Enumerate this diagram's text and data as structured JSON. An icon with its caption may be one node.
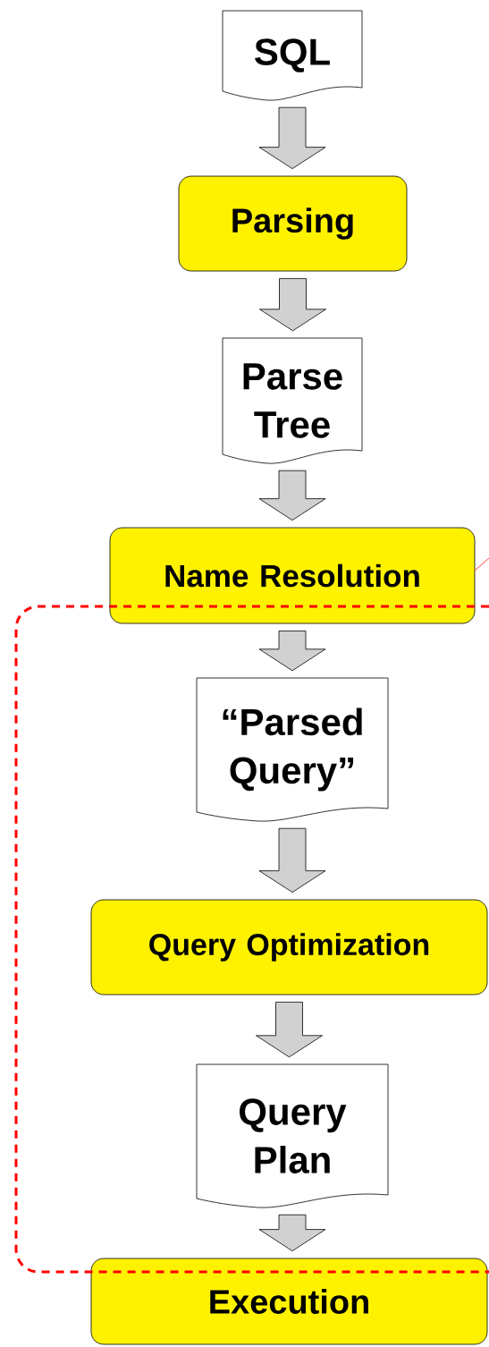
{
  "diagram": {
    "nodes": [
      {
        "text": [
          "SQL"
        ]
      },
      {
        "text": [
          "Parsing"
        ]
      },
      {
        "text": [
          "Parse Tree"
        ]
      },
      {
        "text": [
          "Name Resolution"
        ]
      },
      {
        "text": [
          "“Parsed Query”"
        ]
      },
      {
        "text": [
          "Query Optimization"
        ]
      },
      {
        "text": [
          "Query Plan"
        ]
      },
      {
        "text": [
          "Execution"
        ]
      }
    ],
    "edges": [
      {
        "from": 0,
        "to": 1,
        "arrow": "to"
      },
      {
        "from": 1,
        "to": 2,
        "arrow": "to"
      },
      {
        "from": 2,
        "to": 3,
        "arrow": "to"
      },
      {
        "from": 3,
        "to": 4,
        "arrow": "to"
      },
      {
        "from": 4,
        "to": 5,
        "arrow": "to"
      },
      {
        "from": 5,
        "to": 6,
        "arrow": "to"
      },
      {
        "from": 6,
        "to": 7,
        "arrow": "to"
      },
      {
        "from": 3,
        "to": null,
        "arrow": "none",
        "color": "#ff6666"
      }
    ]
  }
}
